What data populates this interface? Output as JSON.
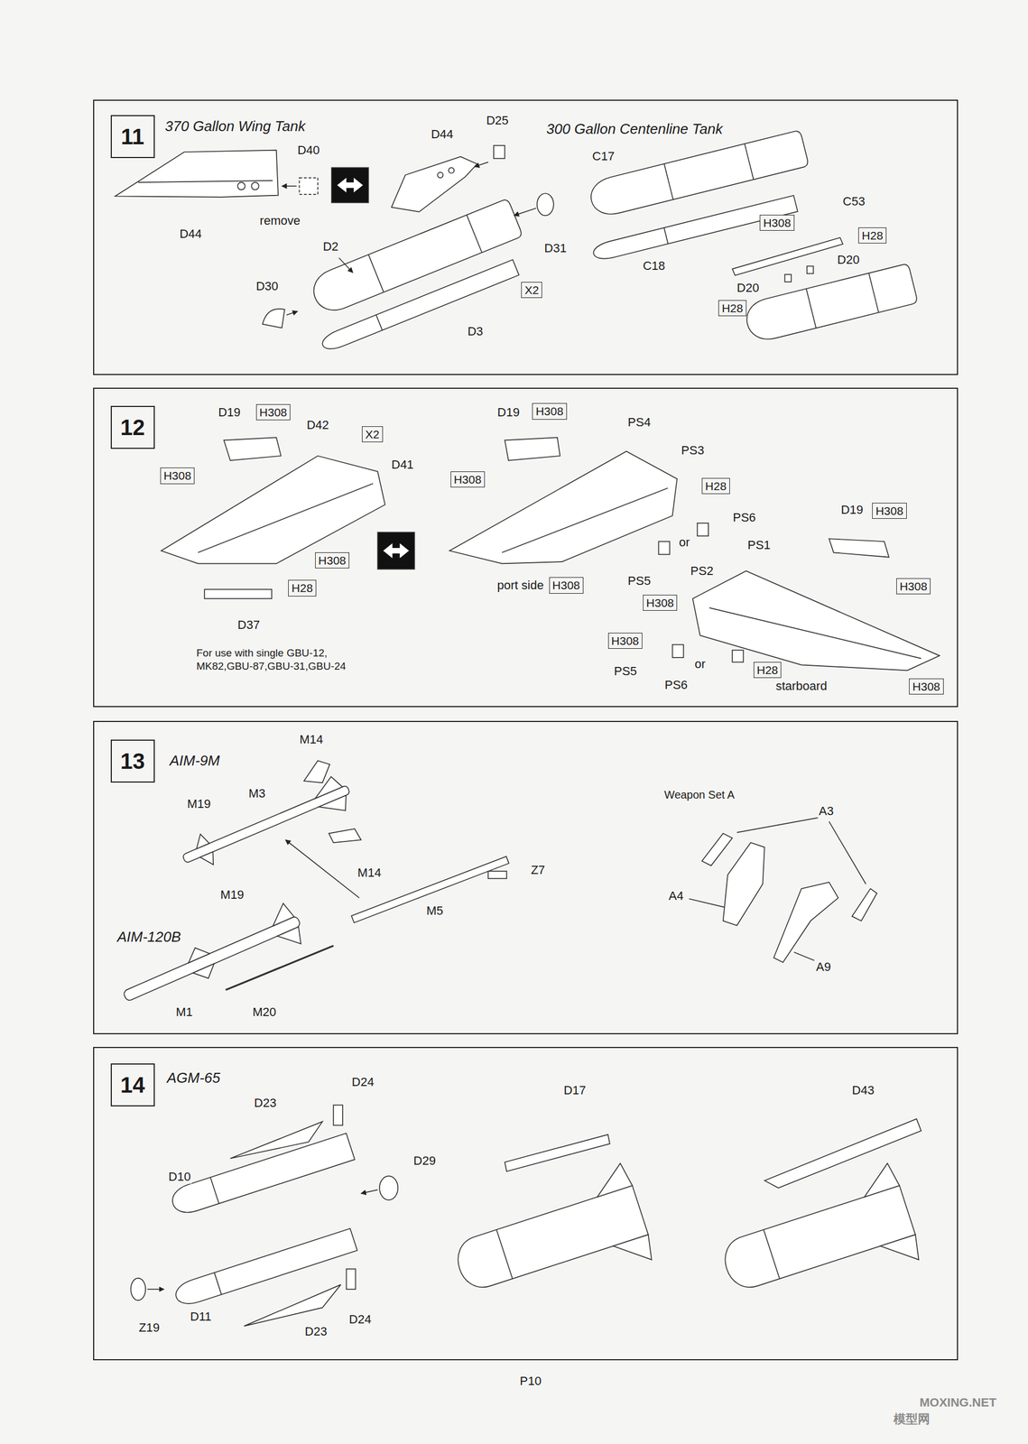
{
  "diagram": {
    "nodes": [
      {
        "text": [
          "370 Gallon Wing Tank",
          "300 Gallon Centenline Tank"
        ]
      },
      {
        "text": [
          "11"
        ],
        "in": 0
      },
      {
        "text": [
          "H308"
        ],
        "in": 0
      },
      {
        "text": [
          "H28"
        ],
        "in": 0
      },
      {
        "text": [
          "X2"
        ],
        "in": 0
      },
      {
        "text": [
          "H28"
        ],
        "in": 0
      },
      {
        "text": [
          "For use with single GBU-12, MK82,GBU-87,GBU-31,GBU-24"
        ]
      },
      {
        "text": [
          "12"
        ],
        "in": 6
      },
      {
        "text": [
          "H308"
        ],
        "in": 6
      },
      {
        "text": [
          "H308"
        ],
        "in": 6
      },
      {
        "text": [
          "X2"
        ],
        "in": 6
      },
      {
        "text": [
          "H308"
        ],
        "in": 6
      },
      {
        "text": [
          "H308"
        ],
        "in": 6
      },
      {
        "text": [
          "H28"
        ],
        "in": 6
      },
      {
        "text": [
          "H308"
        ],
        "in": 6
      },
      {
        "text": [
          "H308"
        ],
        "in": 6
      },
      {
        "text": [
          "H308"
        ],
        "in": 6
      },
      {
        "text": [
          "H308"
        ],
        "in": 6
      },
      {
        "text": [
          "H28"
        ],
        "in": 6
      },
      {
        "text": [
          "H308"
        ],
        "in": 6
      },
      {
        "text": [
          "H308"
        ],
        "in": 6
      },
      {
        "text": [
          "H28"
        ],
        "in": 6
      },
      {
        "text": [
          "H308"
        ],
        "in": 6
      },
      {
        "text": [
          "AIM-9M",
          "AIM-120B",
          "Weapon Set A"
        ]
      },
      {
        "text": [
          "13"
        ],
        "in": 23
      },
      {
        "text": [
          "AGM-65"
        ]
      },
      {
        "text": [
          "14"
        ],
        "in": 25
      }
    ],
    "labels": [
      "D40",
      "D25",
      "D44",
      "C17",
      "C53",
      "remove",
      "D44",
      "D31",
      "D2",
      "D20",
      "C18",
      "D30",
      "D20",
      "D3",
      "D19",
      "D19",
      "PS4",
      "D42",
      "PS3",
      "D41",
      "D19",
      "PS6",
      "or",
      "PS1",
      "PS2",
      "PS5",
      "port side",
      "D37",
      "or",
      "PS5",
      "PS6",
      "starboard",
      "M14",
      "M3",
      "M19",
      "A3",
      "Z7",
      "M14",
      "M19",
      "A4",
      "M5",
      "A9",
      "M1",
      "M20",
      "D24",
      "D17",
      "D43",
      "D23",
      "D29",
      "D10",
      "D11",
      "D24",
      "Z19",
      "D23",
      "P10",
      "MOXING.NET",
      "模型网"
    ]
  }
}
